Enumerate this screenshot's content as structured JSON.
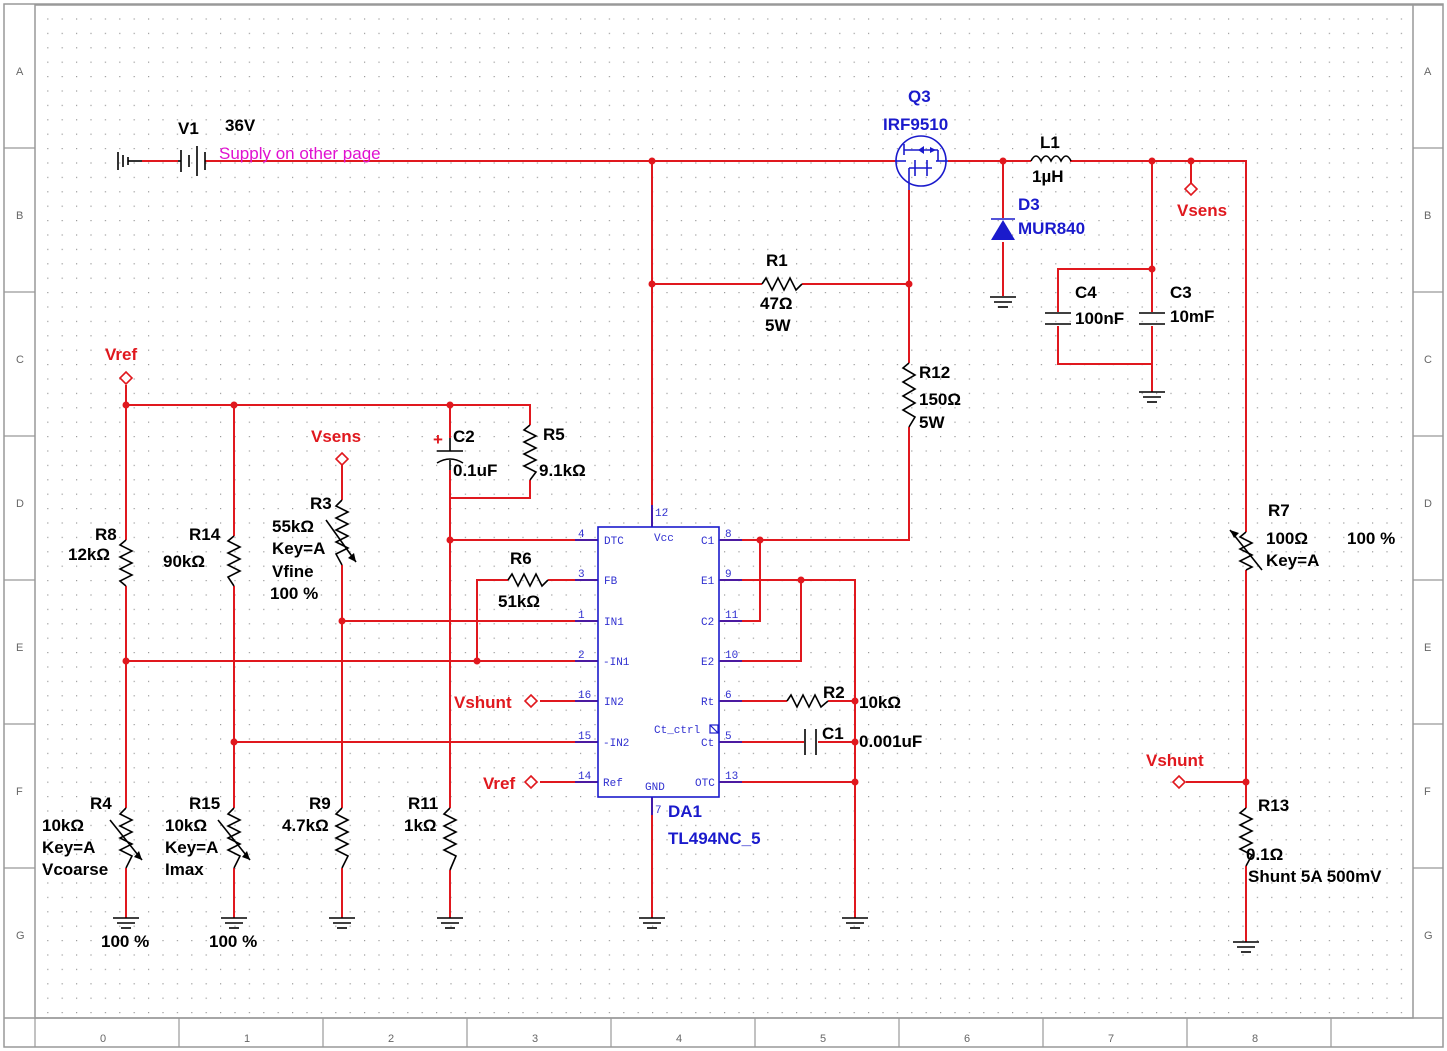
{
  "zones": {
    "rows": [
      "A",
      "B",
      "C",
      "D",
      "E",
      "F",
      "G"
    ],
    "cols": [
      "0",
      "1",
      "2",
      "3",
      "4",
      "5",
      "6",
      "7",
      "8"
    ]
  },
  "colors": {
    "wire": "#e0181e",
    "component": "#000000",
    "ref_label": "#1a1acc",
    "note": "#e010d0",
    "border": "#999999"
  },
  "components": {
    "v1": {
      "ref": "V1",
      "value": "36V",
      "note": "Supply on other page"
    },
    "q3": {
      "ref": "Q3",
      "value": "IRF9510"
    },
    "l1": {
      "ref": "L1",
      "value": "1µH"
    },
    "d3": {
      "ref": "D3",
      "value": "MUR840"
    },
    "r1": {
      "ref": "R1",
      "value": "47Ω",
      "power": "5W"
    },
    "c4": {
      "ref": "C4",
      "value": "100nF"
    },
    "c3": {
      "ref": "C3",
      "value": "10mF"
    },
    "r12": {
      "ref": "R12",
      "value": "150Ω",
      "power": "5W"
    },
    "c2": {
      "ref": "C2",
      "value": "0.1uF",
      "polarity": "+"
    },
    "r5": {
      "ref": "R5",
      "value": "9.1kΩ"
    },
    "r8": {
      "ref": "R8",
      "value": "12kΩ"
    },
    "r14": {
      "ref": "R14",
      "value": "90kΩ"
    },
    "r3": {
      "ref": "R3",
      "value": "55kΩ",
      "key": "Key=A",
      "name": "Vfine",
      "percent": "100 %"
    },
    "r6": {
      "ref": "R6",
      "value": "51kΩ"
    },
    "r7": {
      "ref": "R7",
      "value": "100Ω",
      "key": "Key=A",
      "percent": "100 %"
    },
    "r2": {
      "ref": "R2",
      "value": "10kΩ"
    },
    "c1": {
      "ref": "C1",
      "value": "0.001uF"
    },
    "r4": {
      "ref": "R4",
      "value": "10kΩ",
      "key": "Key=A",
      "name": "Vcoarse",
      "percent": "100 %"
    },
    "r15": {
      "ref": "R15",
      "value": "10kΩ",
      "key": "Key=A",
      "name": "Imax",
      "percent": "100 %"
    },
    "r9": {
      "ref": "R9",
      "value": "4.7kΩ"
    },
    "r11": {
      "ref": "R11",
      "value": "1kΩ"
    },
    "r13": {
      "ref": "R13",
      "value": "0.1Ω",
      "note": "Shunt 5A 500mV"
    },
    "da1": {
      "ref": "DA1",
      "value": "TL494NC_5",
      "left_pins": [
        {
          "num": "4",
          "name": "DTC"
        },
        {
          "num": "3",
          "name": "FB"
        },
        {
          "num": "1",
          "name": "IN1"
        },
        {
          "num": "2",
          "name": "-IN1"
        },
        {
          "num": "16",
          "name": "IN2"
        },
        {
          "num": "15",
          "name": "-IN2"
        },
        {
          "num": "14",
          "name": "Ref"
        }
      ],
      "right_pins": [
        {
          "num": "8",
          "name": "C1"
        },
        {
          "num": "9",
          "name": "E1"
        },
        {
          "num": "11",
          "name": "C2"
        },
        {
          "num": "10",
          "name": "E2"
        },
        {
          "num": "6",
          "name": "Rt"
        },
        {
          "num": "5",
          "name": "Ct"
        },
        {
          "num": "13",
          "name": "OTC"
        }
      ],
      "top_pin": {
        "num": "12",
        "name": "Vcc"
      },
      "bottom_pin": {
        "num": "7",
        "name": "GND"
      },
      "ct_ctrl": "Ct_ctrl"
    }
  },
  "net_labels": {
    "vsens_top": "Vsens",
    "vsens_mid": "Vsens",
    "vref_left": "Vref",
    "vref_da1": "Vref",
    "vshunt_da1": "Vshunt",
    "vshunt_right": "Vshunt"
  }
}
